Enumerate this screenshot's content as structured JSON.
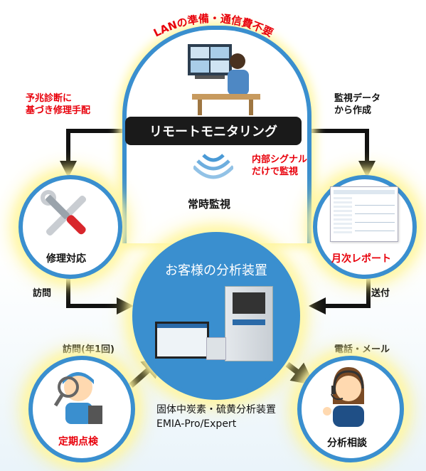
{
  "arc_label": "LANの準備・通信費不要",
  "center_bar": "リモートモニタリング",
  "left_note": [
    "予兆診断に",
    "基づき修理手配"
  ],
  "right_note": [
    "監視データ",
    "から作成"
  ],
  "signal_note": [
    "内部シグナル",
    "だけで監視"
  ],
  "constant_watch": "常時監視",
  "repair": {
    "label": "修理対応",
    "edge": "訪問"
  },
  "report": {
    "label": "月次レポート",
    "edge": "送付"
  },
  "customer_title": "お客様の分析装置",
  "periodic": {
    "header": "訪問(年1回)",
    "label": "定期点検"
  },
  "consult": {
    "header": "電話・メール",
    "label": "分析相談"
  },
  "product": {
    "line1": "固体中炭素・硫黄分析装置",
    "line2": "EMIA-Pro/Expert"
  },
  "colors": {
    "blue": "#3a8fcf",
    "red": "#e8000b",
    "glow": "#fff7a8",
    "dark": "#1a1a1a"
  }
}
